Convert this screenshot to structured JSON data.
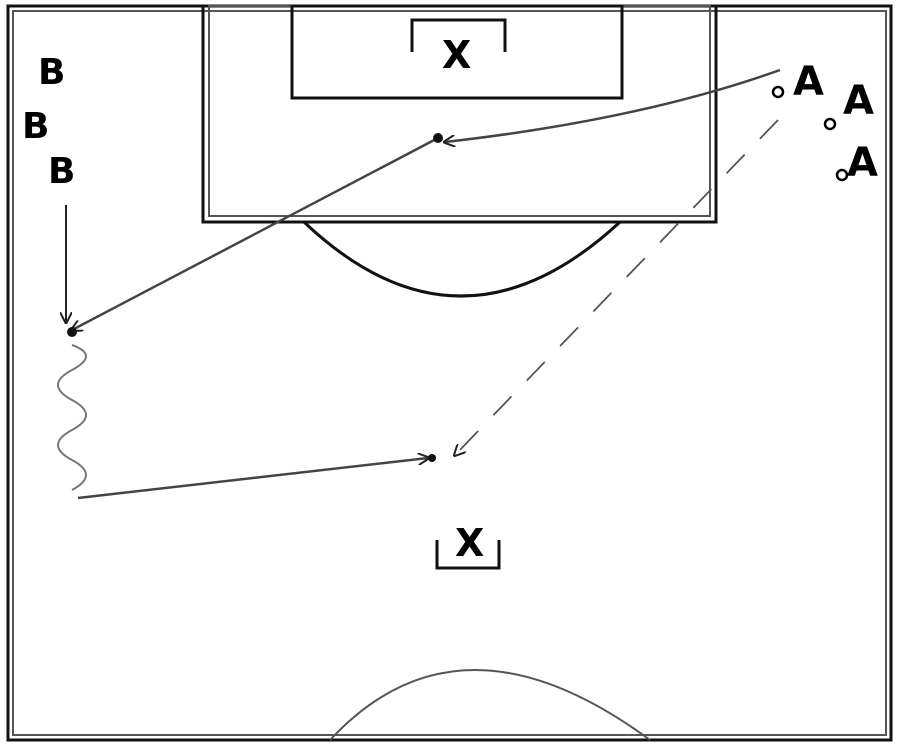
{
  "players": {
    "attackers_label": "A",
    "defenders_label": "B",
    "goalkeeper_label": "X",
    "server_label": "X"
  },
  "colors": {
    "background": "#ffffff",
    "lines": "#111111",
    "passes": "#444444"
  }
}
